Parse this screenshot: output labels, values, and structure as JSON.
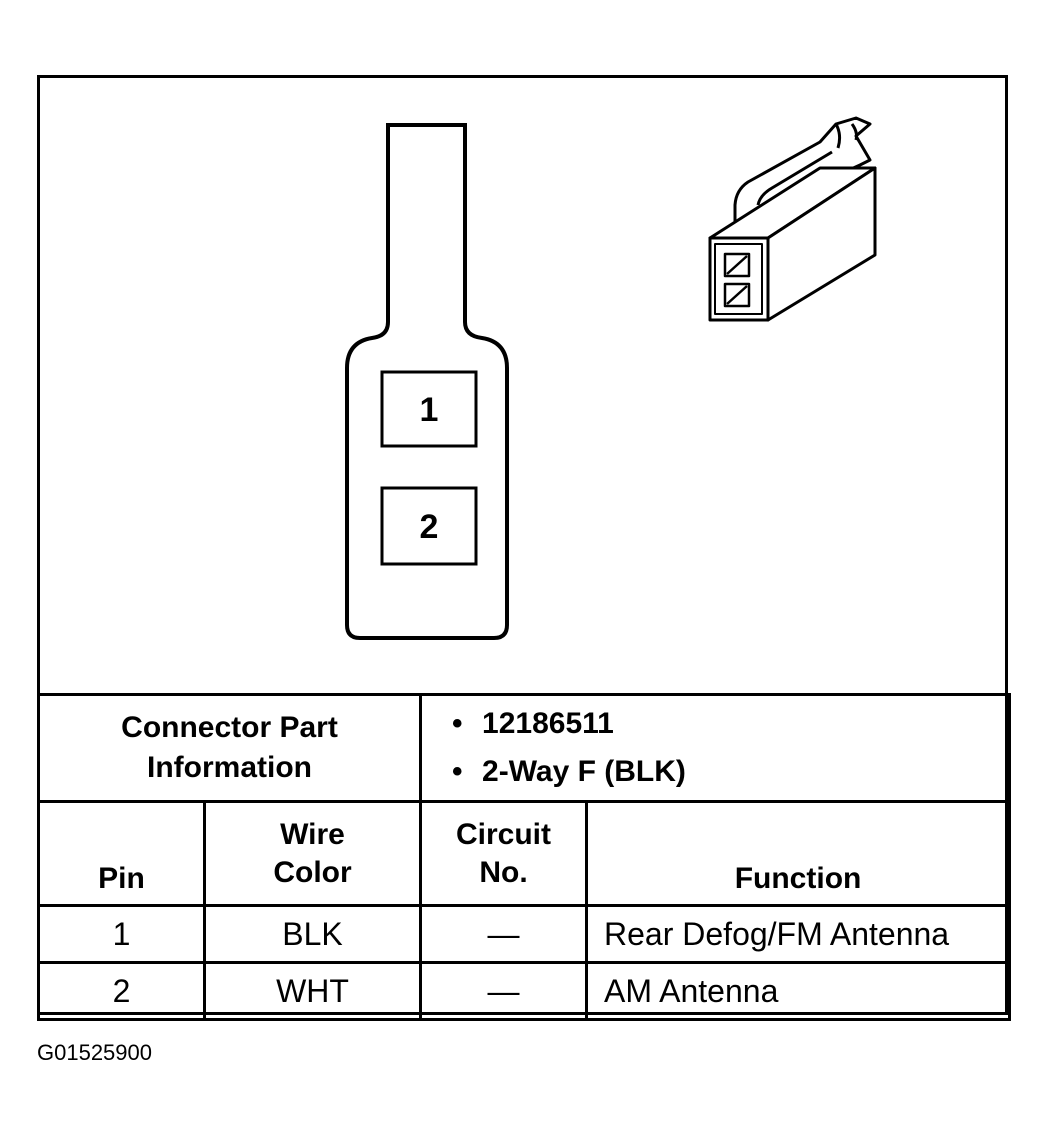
{
  "diagram": {
    "cavities": [
      {
        "label": "1"
      },
      {
        "label": "2"
      }
    ]
  },
  "table": {
    "connector_part_label_line1": "Connector Part",
    "connector_part_label_line2": "Information",
    "part_info": [
      "12186511",
      "2-Way F (BLK)"
    ],
    "headers": {
      "pin": "Pin",
      "wire_color_line1": "Wire",
      "wire_color_line2": "Color",
      "circuit_line1": "Circuit",
      "circuit_line2": "No.",
      "function": "Function"
    },
    "rows": [
      {
        "pin": "1",
        "wire_color": "BLK",
        "circuit": "—",
        "function": "Rear Defog/FM Antenna"
      },
      {
        "pin": "2",
        "wire_color": "WHT",
        "circuit": "—",
        "function": "AM Antenna"
      }
    ]
  },
  "figure_id": "G01525900"
}
